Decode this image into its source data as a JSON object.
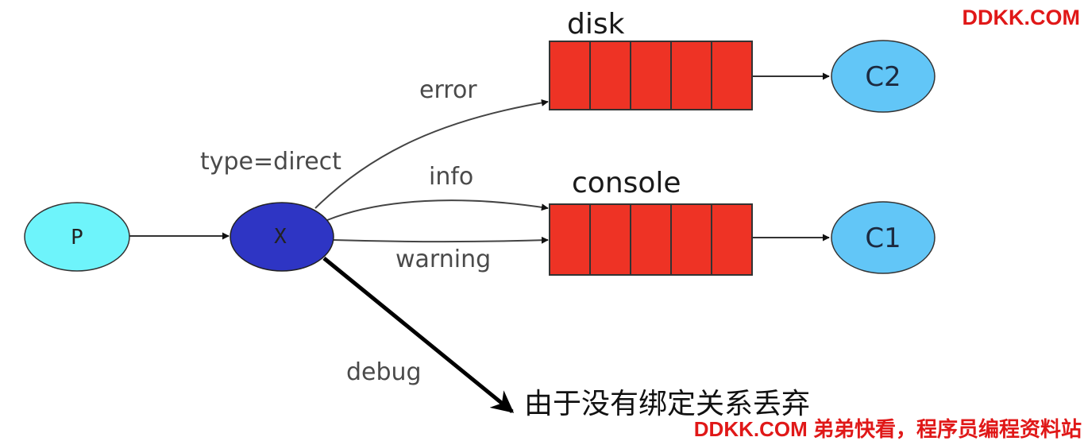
{
  "colors": {
    "producer": "#6ef4fb",
    "exchange": "#2e35c4",
    "queue": "#ee3325",
    "consumer": "#62c6f7",
    "watermark": "#e01818"
  },
  "producer": {
    "label": "P"
  },
  "exchange": {
    "label": "X",
    "type_label": "type=direct"
  },
  "queues": {
    "disk": {
      "label": "disk"
    },
    "console": {
      "label": "console"
    }
  },
  "consumers": {
    "c2": {
      "label": "C2"
    },
    "c1": {
      "label": "C1"
    }
  },
  "routing_keys": {
    "error": "error",
    "info": "info",
    "warning": "warning",
    "debug": "debug"
  },
  "discard_note": "由于没有绑定关系丢弃",
  "watermarks": {
    "top": "DDKK.COM",
    "bottom": "DDKK.COM 弟弟快看，程序员编程资料站"
  }
}
